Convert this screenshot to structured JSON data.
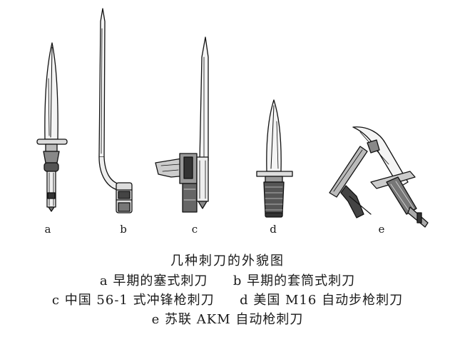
{
  "figure": {
    "items": [
      {
        "letter": "a"
      },
      {
        "letter": "b"
      },
      {
        "letter": "c"
      },
      {
        "letter": "d"
      },
      {
        "letter": "e"
      }
    ]
  },
  "caption": {
    "title": "几种刺刀的外貌图",
    "a_letter": "a",
    "a_text": "早期的塞式刺刀",
    "b_letter": "b",
    "b_text": "早期的套筒式刺刀",
    "c_letter": "c",
    "c_text": "中国 56-1 式冲锋枪刺刀",
    "d_letter": "d",
    "d_text": "美国 M16 自动步枪刺刀",
    "e_letter": "e",
    "e_text": "苏联 AKM 自动枪刺刀"
  }
}
